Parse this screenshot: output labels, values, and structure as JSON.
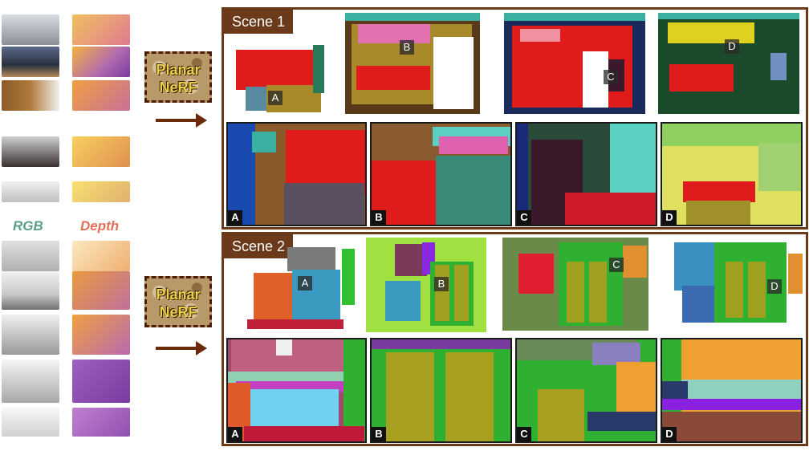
{
  "column_labels": {
    "rgb": "RGB",
    "depth": "Depth"
  },
  "method_badge": {
    "line1": "Planar",
    "line2": "NeRF"
  },
  "scenes": [
    {
      "title": "Scene 1",
      "render_markers": [
        "A",
        "B",
        "C",
        "D"
      ],
      "crop_tags": [
        "A",
        "B",
        "C",
        "D"
      ]
    },
    {
      "title": "Scene 2",
      "render_markers": [
        "A",
        "B",
        "C",
        "D"
      ],
      "crop_tags": [
        "A",
        "B",
        "C",
        "D"
      ]
    }
  ],
  "colors": {
    "frame": "#6b3a1a",
    "rgb_label": "#5aa08a",
    "depth_label": "#e0705a",
    "arrow": "#6b2a0a"
  }
}
